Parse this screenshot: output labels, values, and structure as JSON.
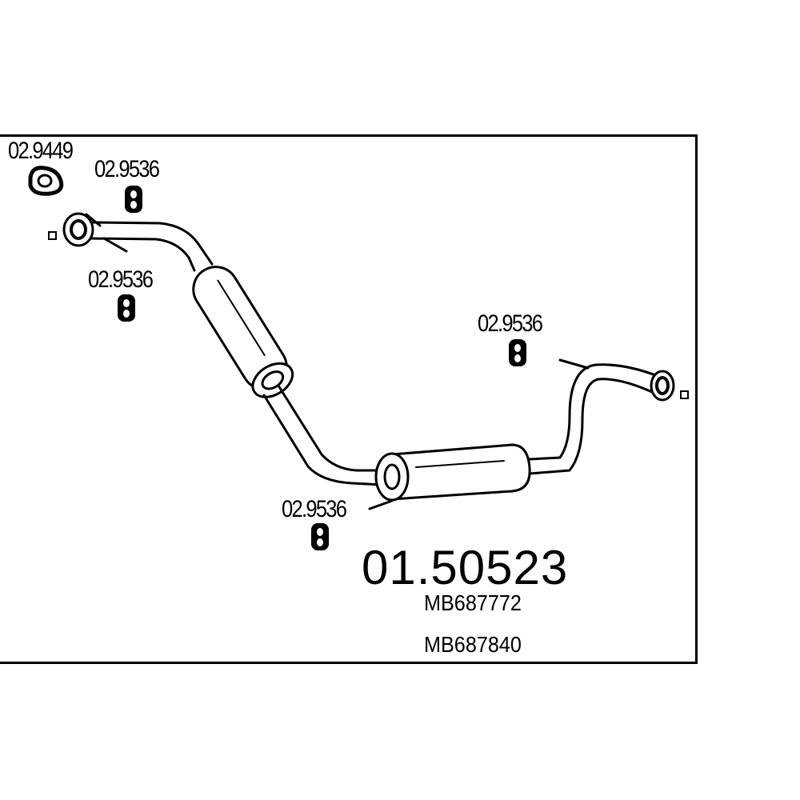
{
  "diagram": {
    "part_labels": {
      "gasket": "02.9449",
      "clamp_top": "02.9536",
      "clamp_left": "02.9536",
      "clamp_right": "02.9536",
      "clamp_bottom": "02.9536"
    },
    "main_part_number": "01.50523",
    "oe_numbers": [
      "MB687772",
      "MB687840"
    ]
  }
}
